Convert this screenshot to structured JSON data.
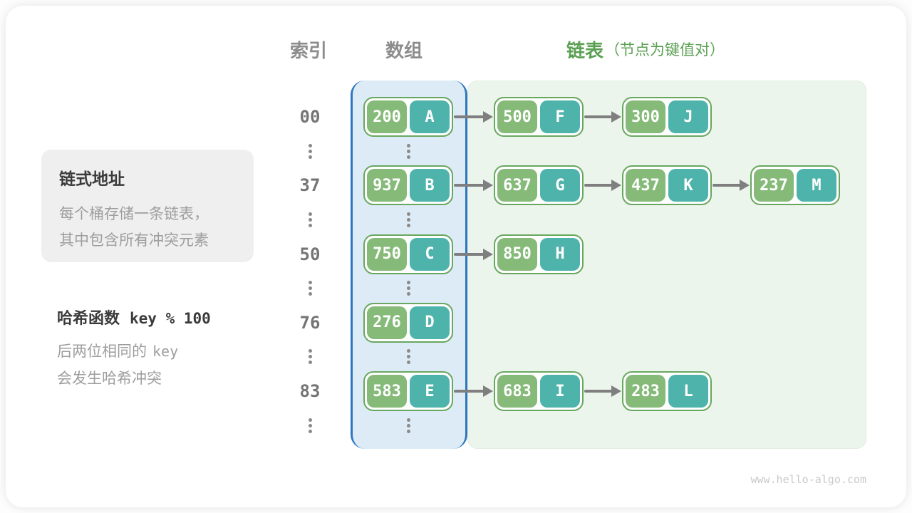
{
  "headers": {
    "index": "索引",
    "array": "数组",
    "list": "链表",
    "list_note": "（节点为键值对）"
  },
  "info_box": {
    "title": "链式地址",
    "lines": [
      "每个桶存储一条链表，",
      "其中包含所有冲突元素"
    ]
  },
  "hash_note": {
    "title_prefix": "哈希函数",
    "title_code": "key % 100",
    "line1_prefix": "后两位相同的",
    "line1_code": "key",
    "line2": "会发生哈希冲突"
  },
  "watermark": "www.hello-algo.com",
  "colors": {
    "key_green": "#85ba78",
    "value_teal": "#4eb3ab",
    "node_border": "#68a75f",
    "array_fill": "#dcebf6",
    "array_border": "#2e77c0",
    "list_panel": "#ecf5ec",
    "header_green": "#5ba052",
    "arrow_gray": "#7f7f7f"
  },
  "diagram": {
    "rows": [
      {
        "index": "00",
        "bucket": {
          "key": "200",
          "value": "A"
        },
        "chain": [
          {
            "key": "500",
            "value": "F"
          },
          {
            "key": "300",
            "value": "J"
          }
        ]
      },
      {
        "index": "37",
        "bucket": {
          "key": "937",
          "value": "B"
        },
        "chain": [
          {
            "key": "637",
            "value": "G"
          },
          {
            "key": "437",
            "value": "K"
          },
          {
            "key": "237",
            "value": "M"
          }
        ]
      },
      {
        "index": "50",
        "bucket": {
          "key": "750",
          "value": "C"
        },
        "chain": [
          {
            "key": "850",
            "value": "H"
          }
        ]
      },
      {
        "index": "76",
        "bucket": {
          "key": "276",
          "value": "D"
        },
        "chain": []
      },
      {
        "index": "83",
        "bucket": {
          "key": "583",
          "value": "E"
        },
        "chain": [
          {
            "key": "683",
            "value": "I"
          },
          {
            "key": "283",
            "value": "L"
          }
        ]
      }
    ]
  }
}
